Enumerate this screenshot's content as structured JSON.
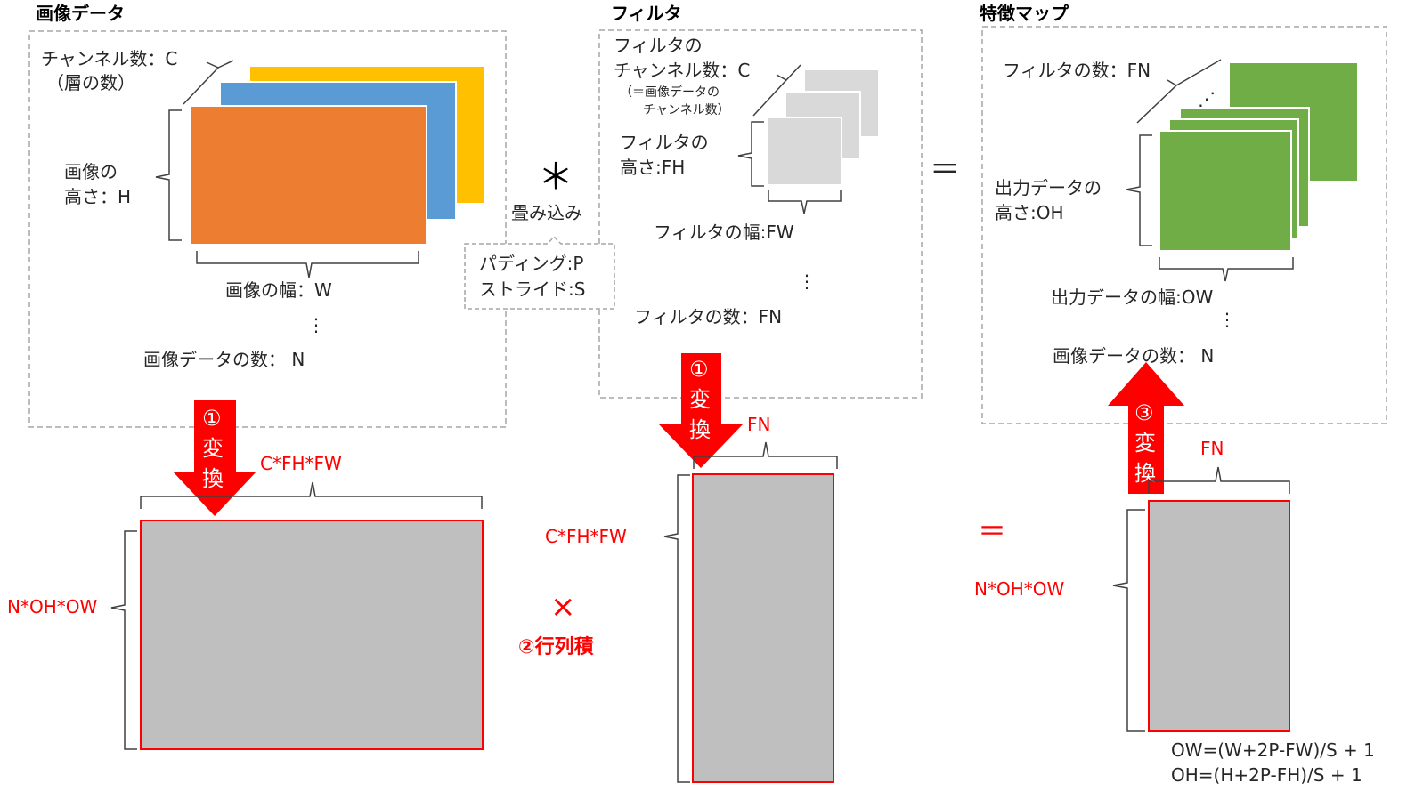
{
  "colors": {
    "orange": "#ED7D31",
    "blue": "#5B9BD5",
    "yellow": "#FFC000",
    "green": "#70AD47",
    "light_gray": "#D9D9D9",
    "matrix_gray": "#BFBFBF",
    "red": "#FF0000",
    "dashed_border": "#A6A6A6"
  },
  "image_data": {
    "title": "画像データ",
    "channels_label": "チャンネル数：C",
    "channels_sub": "（層の数）",
    "height_label_1": "画像の",
    "height_label_2": "高さ：H",
    "width_label": "画像の幅：W",
    "dots": "⋮",
    "count_label": "画像データの数： N"
  },
  "operator": {
    "symbol": "＊",
    "label": "畳み込み",
    "callout_line1": "パディング:P",
    "callout_line2": "ストライド:S"
  },
  "filter": {
    "title": "フィルタ",
    "channels_line1": "フィルタの",
    "channels_line2": "チャンネル数：C",
    "channels_note1": "（＝画像データの",
    "channels_note2": "チャンネル数）",
    "height_line1": "フィルタの",
    "height_line2": "高さ:FH",
    "width_label": "フィルタの幅:FW",
    "dots": "⋮",
    "count_label": "フィルタの数：FN"
  },
  "equals_symbol": "＝",
  "feature_map": {
    "title": "特徴マップ",
    "count_label": "フィルタの数：FN",
    "dots_diag": "⋰",
    "height_line1": "出力データの",
    "height_line2": "高さ:OH",
    "width_label": "出力データの幅:OW",
    "dots": "⋮",
    "batch_label": "画像データの数： N"
  },
  "arrows": {
    "step1_num": "①",
    "step1_chars": [
      "変",
      "換"
    ],
    "step3_num": "③",
    "step3_chars": [
      "変",
      "換"
    ]
  },
  "matrices": {
    "left_top_label": "C*FH*FW",
    "left_side_label": "N*OH*OW",
    "middle_top_label": "FN",
    "middle_side_label": "C*FH*FW",
    "times_symbol": "×",
    "product_label": "②行列積",
    "right_equals": "＝",
    "right_top_label": "FN",
    "right_side_label": "N*OH*OW"
  },
  "formulas": {
    "ow": "OW=(W+2P-FW)/S + 1",
    "oh": "OH=(H+2P-FH)/S + 1"
  }
}
